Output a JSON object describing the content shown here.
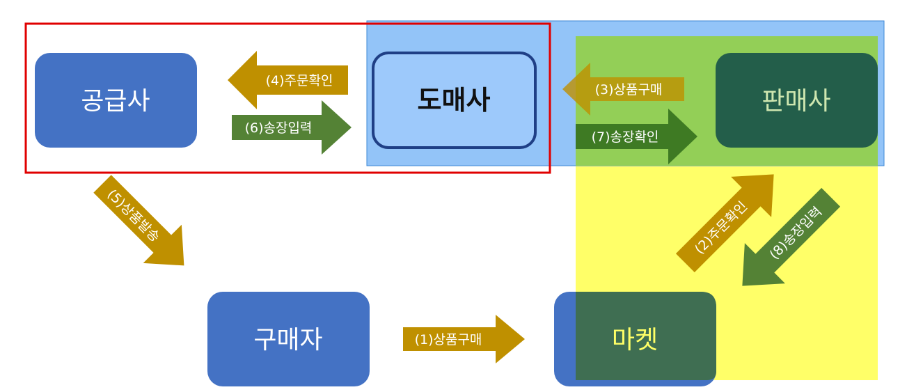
{
  "nodes": {
    "supplier": "공급사",
    "wholesaler": "도매사",
    "seller": "판매사",
    "buyer": "구매자",
    "market": "마켓"
  },
  "arrows": {
    "step1": "(1)상품구매",
    "step2": "(2)주문확인",
    "step3": "(3)상품구매",
    "step4": "(4)주문확인",
    "step5": "(5)상품발송",
    "step6": "(6)송장입력",
    "step7": "(7)송장확인",
    "step8": "(8)송장입력"
  },
  "colors": {
    "node_blue": "#4472c4",
    "node_dark_green": "#235e4a",
    "wholesaler_fill": "#9dc9fb",
    "wholesaler_border": "#1f3f86",
    "arrow_gold": "#bf9000",
    "arrow_green": "#548235",
    "highlight_red": "#e00000",
    "highlight_blue": "#6fb0f5",
    "highlight_green": "#92d050",
    "highlight_yellow": "#ffff4d"
  }
}
